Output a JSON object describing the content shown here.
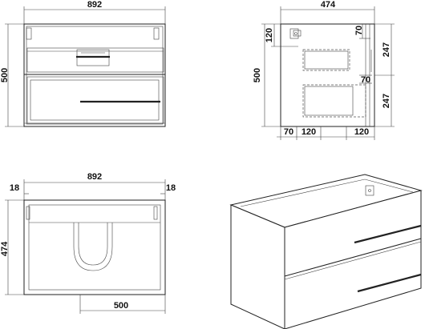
{
  "front_view": {
    "width_label": "892",
    "height_label": "500"
  },
  "side_view": {
    "depth_label": "474",
    "height_label": "500",
    "top_offset_label": "120",
    "top_gap_label": "70",
    "upper_drawer_label": "247",
    "mid_gap_label": "70",
    "lower_drawer_label": "247",
    "foot_gap_label": "70",
    "foot_a_label": "120",
    "foot_b_label": "120"
  },
  "top_view": {
    "width_label": "892",
    "left_wall_label": "18",
    "right_wall_label": "18",
    "depth_label": "474",
    "cutout_label": "500"
  }
}
